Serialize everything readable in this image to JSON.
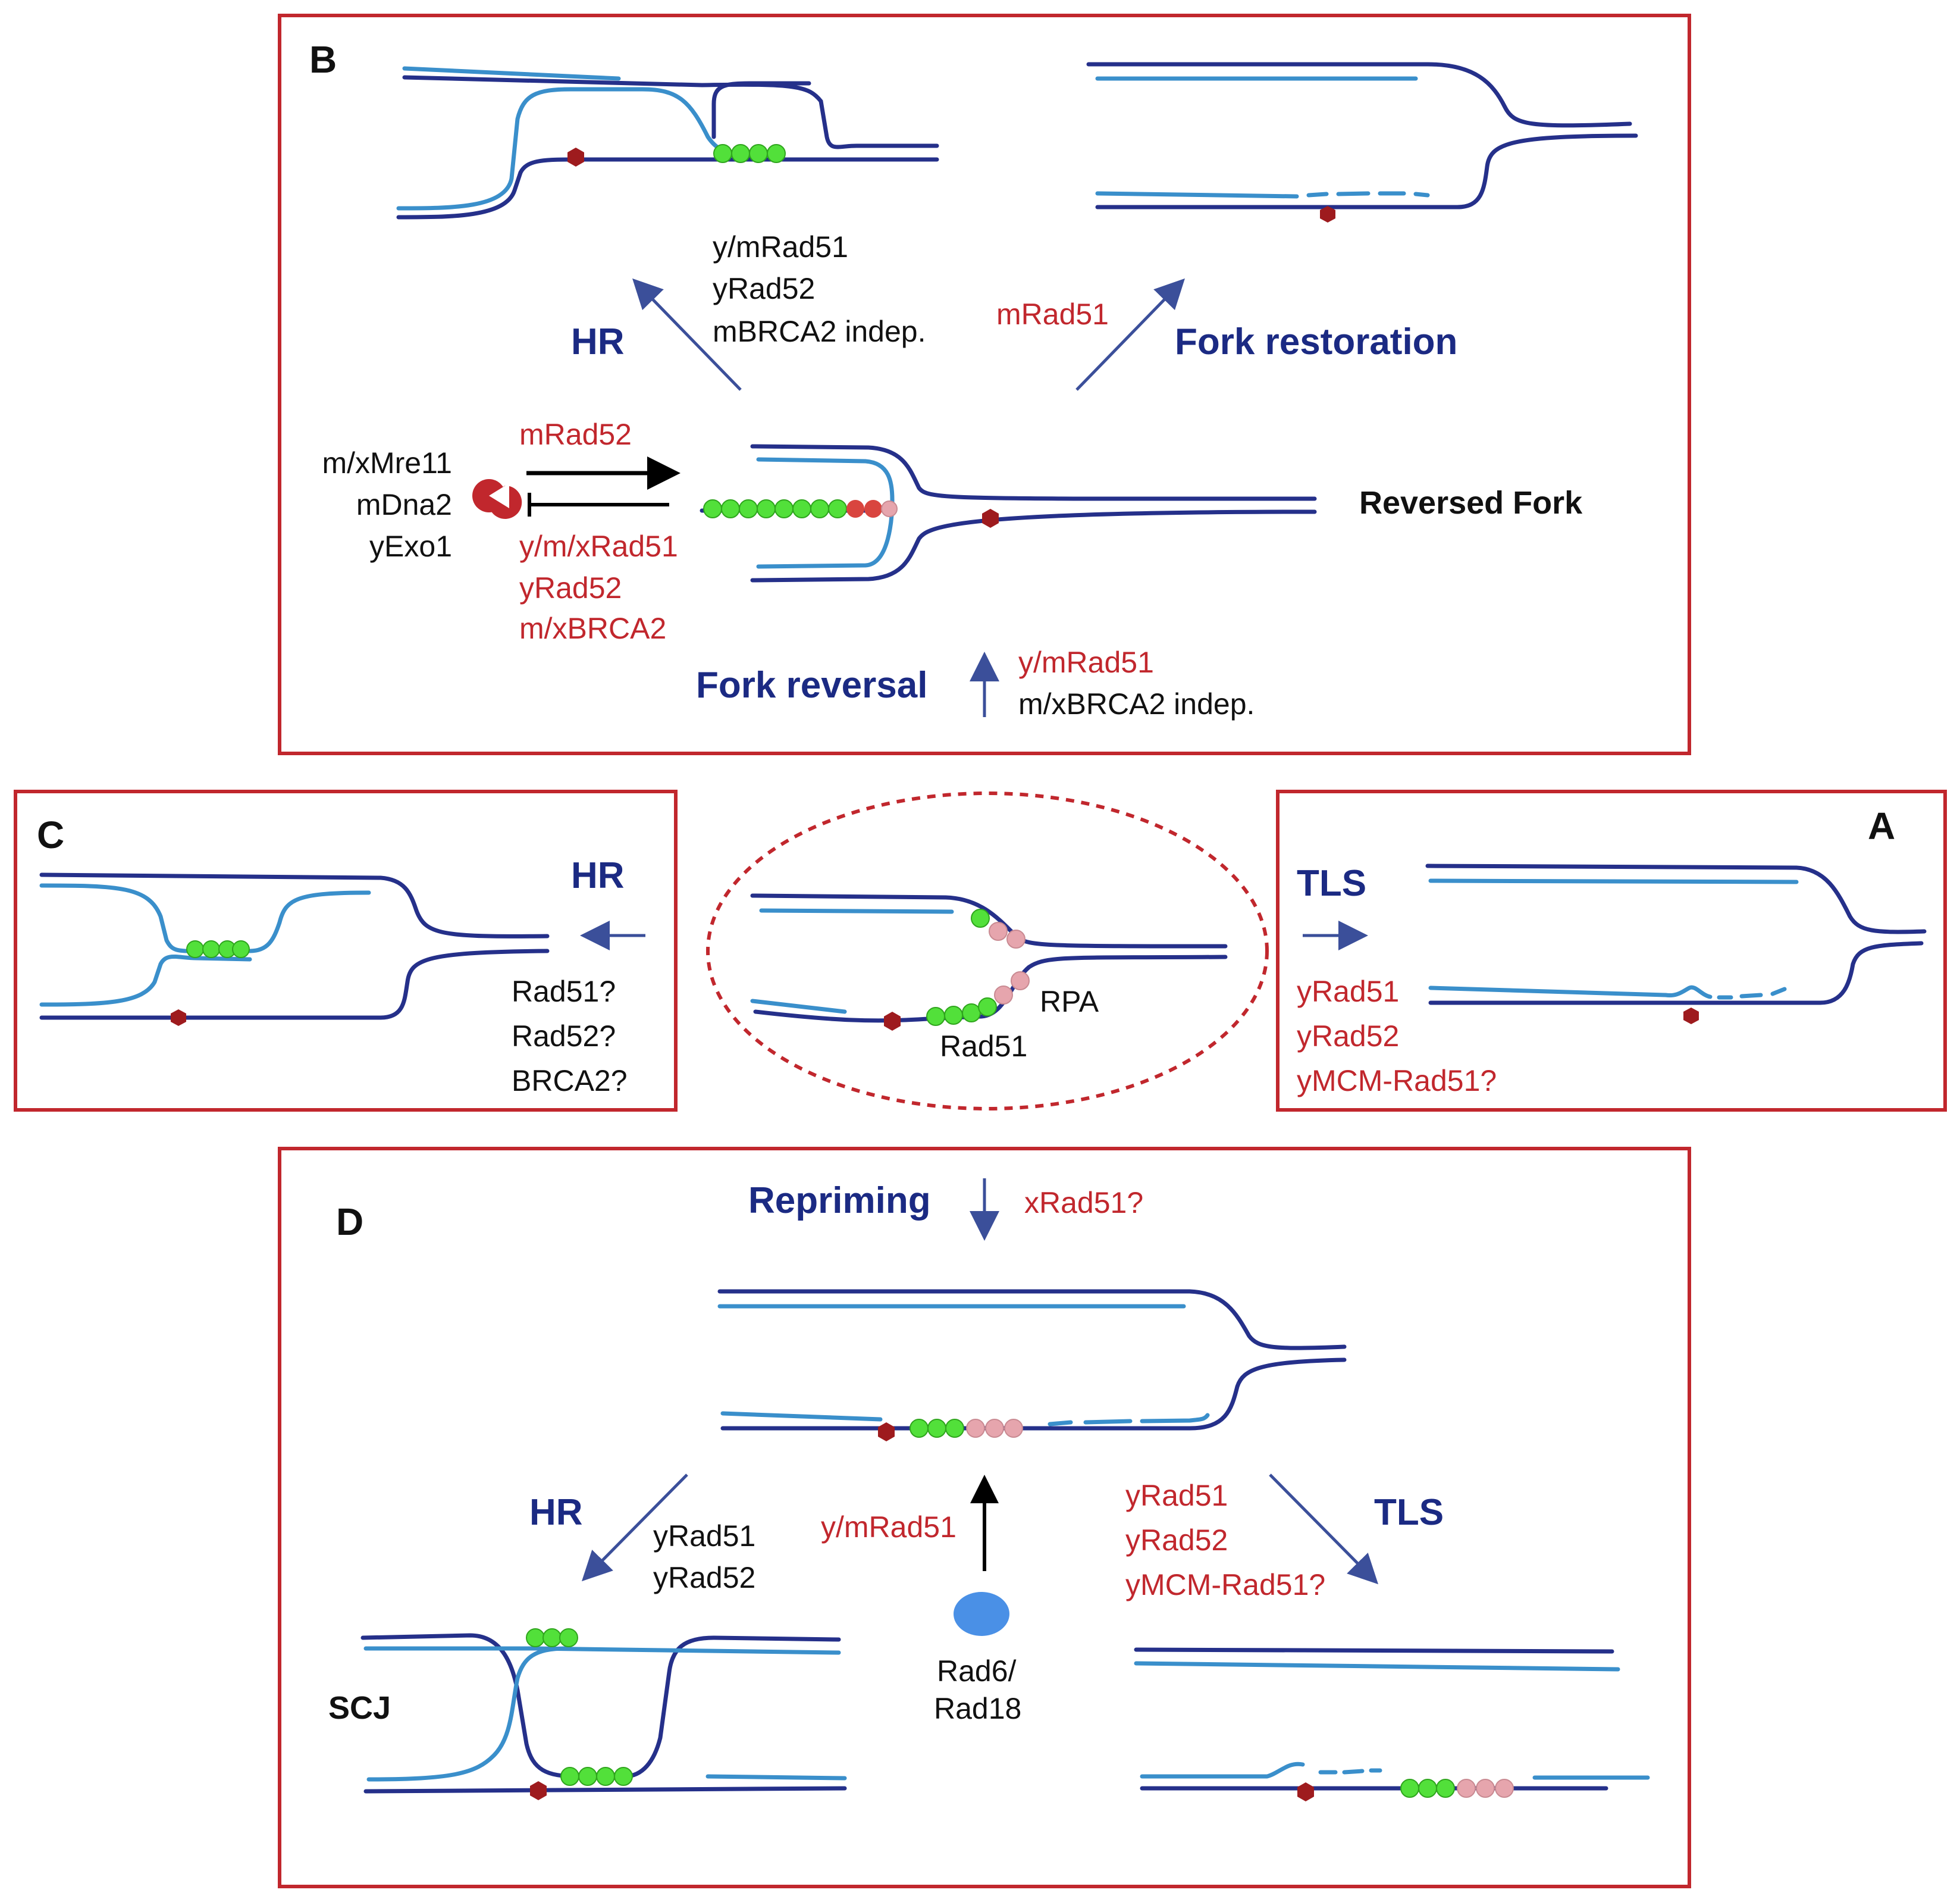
{
  "panels": {
    "A": {
      "letter": "A",
      "pathway": "TLS",
      "factors": [
        "yRad51",
        "yRad52",
        "yMCM-Rad51?"
      ]
    },
    "B": {
      "letter": "B",
      "hr_label": "HR",
      "hr_factors": [
        "y/mRad51",
        "yRad52",
        "mBRCA2 indep."
      ],
      "restoration_factor": "mRad51",
      "restoration_label": "Fork restoration",
      "nucleases": [
        "m/xMre11",
        "mDna2",
        "yExo1"
      ],
      "forward_factor": "mRad52",
      "protect_factors": [
        "y/m/xRad51",
        "yRad52",
        "m/xBRCA2"
      ],
      "reversed_fork_label": "Reversed Fork",
      "reversal_label": "Fork reversal",
      "reversal_factors": [
        "y/mRad51",
        "m/xBRCA2 indep."
      ]
    },
    "C": {
      "letter": "C",
      "pathway": "HR",
      "factors": [
        "Rad51?",
        "Rad52?",
        "BRCA2?"
      ]
    },
    "center": {
      "rpa_label": "RPA",
      "rad51_label": "Rad51"
    },
    "D": {
      "letter": "D",
      "repriming_label": "Repriming",
      "repriming_factor": "xRad51?",
      "hr_label": "HR",
      "hr_factors": [
        "yRad51",
        "yRad52"
      ],
      "scj_label": "SCJ",
      "loading_factor": "y/mRad51",
      "rad6_label": [
        "Rad6/",
        "Rad18"
      ],
      "tls_label": "TLS",
      "tls_factors": [
        "yRad51",
        "yRad52",
        "yMCM-Rad51?"
      ]
    }
  }
}
